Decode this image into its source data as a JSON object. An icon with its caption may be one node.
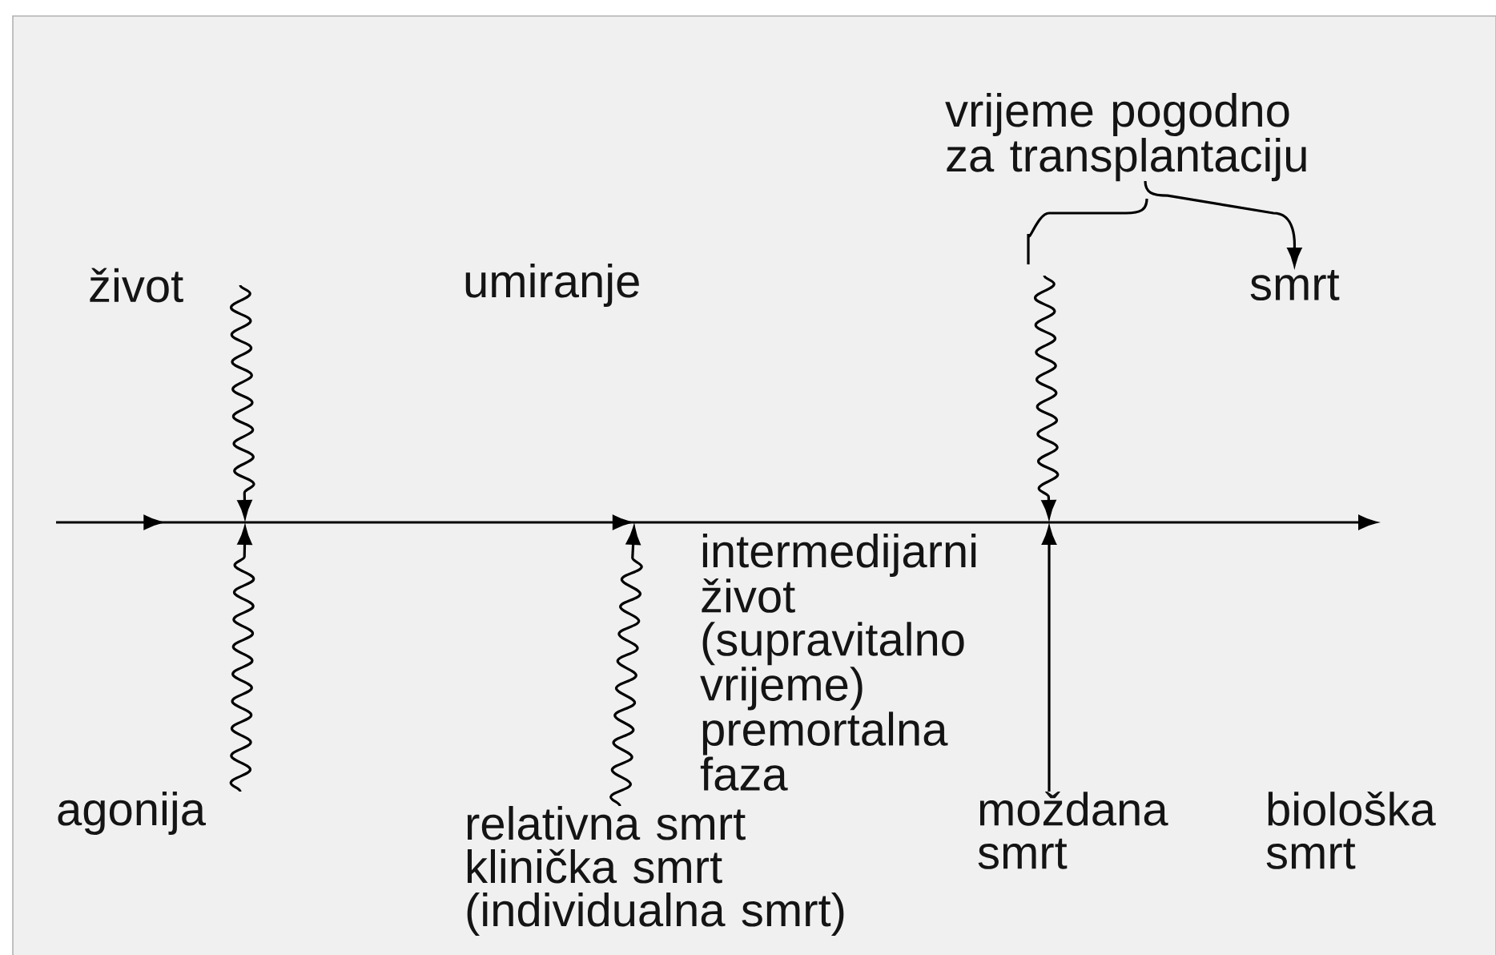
{
  "diagram": {
    "nodes": [
      {
        "text": [
          "vrijeme pogodno za transplantaciju"
        ]
      },
      {
        "text": [
          "smrt"
        ]
      },
      {
        "text": [
          "život"
        ]
      },
      {
        "text": [
          "agonija"
        ]
      },
      {
        "text": [
          "relativna smrt klinička smrt (individualna smrt)"
        ]
      },
      {
        "text": [
          "moždana smrt"
        ]
      }
    ],
    "edges": [
      {
        "from": 0,
        "to": 1,
        "arrow": "to"
      },
      {
        "from": 2,
        "to": null,
        "arrow": "to"
      },
      {
        "from": 3,
        "to": null,
        "arrow": "to"
      },
      {
        "from": 4,
        "to": null,
        "arrow": "to"
      },
      {
        "from": 5,
        "to": null,
        "arrow": "to"
      }
    ],
    "labels": [
      "umiranje",
      "intermedijarni život (supravitalno vrijeme) premortalna faza",
      "biološka smrt"
    ]
  }
}
